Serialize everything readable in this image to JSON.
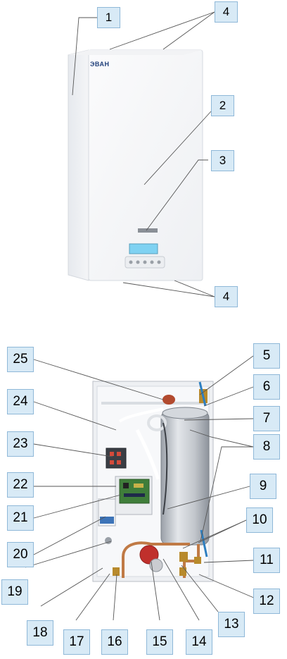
{
  "top_figure": {
    "brand": "ЭВАН",
    "callouts": [
      "1",
      "2",
      "3",
      "4",
      "4"
    ]
  },
  "bottom_figure": {
    "callouts": [
      "25",
      "24",
      "23",
      "22",
      "21",
      "20",
      "19",
      "18",
      "17",
      "16",
      "15",
      "14",
      "13",
      "12",
      "11",
      "10",
      "9",
      "8",
      "7",
      "6",
      "5"
    ]
  },
  "colors": {
    "label_fill": "#d8eaf6",
    "label_border": "#8fb8d8",
    "heater_body": "#c9ccd1",
    "pump_red": "#c0302c",
    "pcb_green": "#3f7d3a"
  }
}
